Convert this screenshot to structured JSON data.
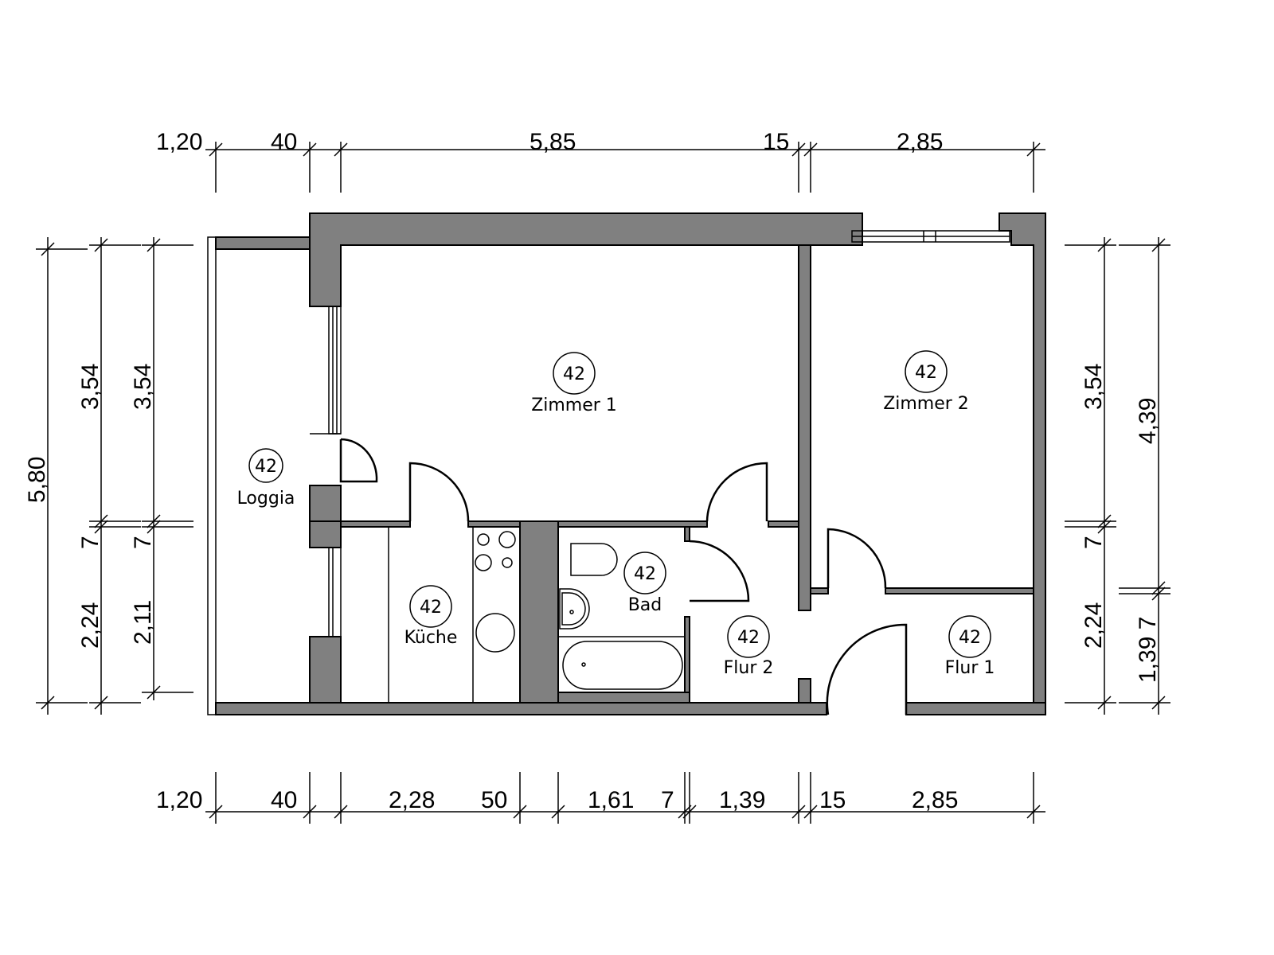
{
  "rooms": [
    {
      "id": "loggia",
      "number": "42",
      "name": "Loggia"
    },
    {
      "id": "zimmer1",
      "number": "42",
      "name": "Zimmer 1"
    },
    {
      "id": "zimmer2",
      "number": "42",
      "name": "Zimmer 2"
    },
    {
      "id": "kueche",
      "number": "42",
      "name": "Küche"
    },
    {
      "id": "bad",
      "number": "42",
      "name": "Bad"
    },
    {
      "id": "flur2",
      "number": "42",
      "name": "Flur 2"
    },
    {
      "id": "flur1",
      "number": "42",
      "name": "Flur 1"
    }
  ],
  "dims_top": [
    "1,20",
    "40",
    "5,85",
    "15",
    "2,85"
  ],
  "dims_bottom": [
    "1,20",
    "40",
    "2,28",
    "50",
    "1,61",
    "7",
    "1,39",
    "15",
    "2,85"
  ],
  "dims_left_outer": [
    "5,80"
  ],
  "dims_left_1": [
    "3,54",
    "7",
    "2,24"
  ],
  "dims_left_2": [
    "3,54",
    "7",
    "2,11"
  ],
  "dims_right_1": [
    "3,54",
    "7",
    "2,24"
  ],
  "dims_right_2": [
    "4,39",
    "1,39 7"
  ]
}
